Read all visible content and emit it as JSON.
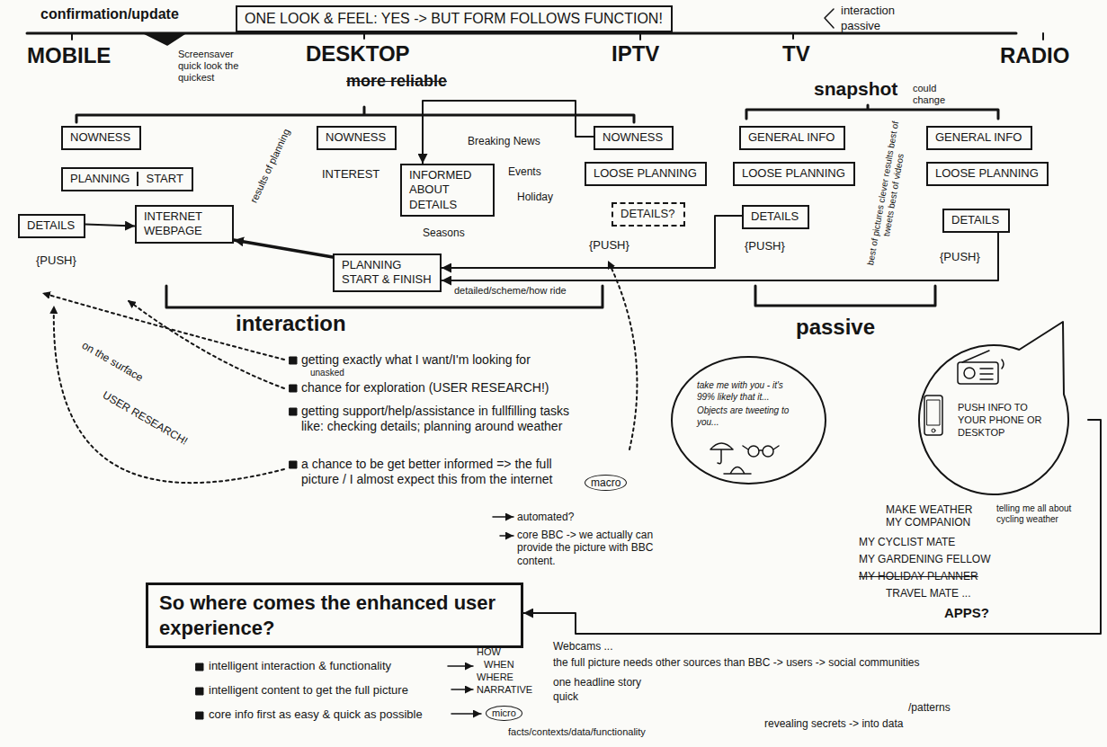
{
  "diagram": {
    "nodes": [
      {
        "text": [
          "ONE LOOK & FEEL: YES -> BUT FORM FOLLOWS FUNCTION!"
        ]
      },
      {
        "text": [
          "NOWNESS"
        ]
      },
      {
        "text": [
          "PLANNING",
          "START"
        ]
      },
      {
        "text": [
          "DETAILS"
        ]
      },
      {
        "text": [
          "INTERNET WEBPAGE"
        ]
      },
      {
        "text": [
          "NOWNESS"
        ]
      },
      {
        "text": [
          "INFORMED ABOUT DETAILS"
        ]
      },
      {
        "text": [
          "PLANNING",
          "START & FINISH"
        ]
      },
      {
        "text": [
          "NOWNESS"
        ]
      },
      {
        "text": [
          "LOOSE PLANNING"
        ]
      },
      {
        "text": [
          "DETAILS?"
        ]
      },
      {
        "text": [
          "GENERAL INFO"
        ]
      },
      {
        "text": [
          "LOOSE PLANNING"
        ]
      },
      {
        "text": [
          "DETAILS"
        ]
      },
      {
        "text": [
          "GENERAL INFO"
        ]
      },
      {
        "text": [
          "LOOSE PLANNING"
        ]
      },
      {
        "text": [
          "DETAILS"
        ]
      },
      {
        "text": [
          "take me with you - it's 99% likely that it...",
          "Objects are tweeting to you..."
        ]
      },
      {
        "text": [
          "PUSH INFO TO YOUR PHONE OR DESKTOP"
        ]
      },
      {
        "text": [
          "So where comes the enhanced user experience?"
        ]
      }
    ],
    "edges": [
      {
        "from": 3,
        "to": 4,
        "arrow": "to"
      },
      {
        "from": 7,
        "to": 4,
        "arrow": "to"
      },
      {
        "from": 8,
        "to": 6,
        "arrow": "to"
      },
      {
        "from": 13,
        "to": 7,
        "arrow": "to"
      },
      {
        "from": 16,
        "to": 7,
        "arrow": "to"
      },
      {
        "from": 18,
        "to": 19,
        "arrow": "to"
      }
    ],
    "labels": [
      "confirmation/update",
      "interaction",
      "passive",
      "MOBILE",
      "Screensaver quick look the quickest",
      "DESKTOP",
      "more reliable",
      "IPTV",
      "TV",
      "RADIO",
      "snapshot",
      "could change",
      "results of planning",
      "INTEREST",
      "Breaking News",
      "Events",
      "Holiday",
      "Seasons",
      "{PUSH}",
      "{PUSH}",
      "{PUSH}",
      "{PUSH}",
      "best of pictures clever results best of tweets best of videos",
      "detailed/scheme/how ride",
      "interaction",
      "getting exactly what I want/I'm looking for",
      "unasked",
      "chance for exploration (USER RESEARCH!)",
      "getting support/help/assistance in fullfilling tasks like: checking details; planning around weather",
      "a chance to be get better informed => the full picture / I almost expect this from the internet",
      "macro",
      "automated?",
      "core BBC -> we actually can provide the picture with BBC content.",
      "on the surface",
      "USER RESEARCH!",
      "passive",
      "MAKE WEATHER MY COMPANION",
      "telling me all about cycling weather",
      "MY CYCLIST MATE",
      "MY GARDENING FELLOW",
      "MY HOLIDAY PLANNER",
      "TRAVEL MATE ...",
      "APPS?",
      "intelligent interaction & functionality",
      "HOW",
      "WHEN",
      "WHERE",
      "intelligent content to get the full picture",
      "NARRATIVE",
      "core info first as easy & quick as possible",
      "micro",
      "facts/contexts/data/functionality",
      "Webcams ...",
      "the full picture needs other sources than BBC -> users -> social communities",
      "one headline story",
      "quick",
      "revealing secrets -> into data",
      "/patterns"
    ]
  }
}
